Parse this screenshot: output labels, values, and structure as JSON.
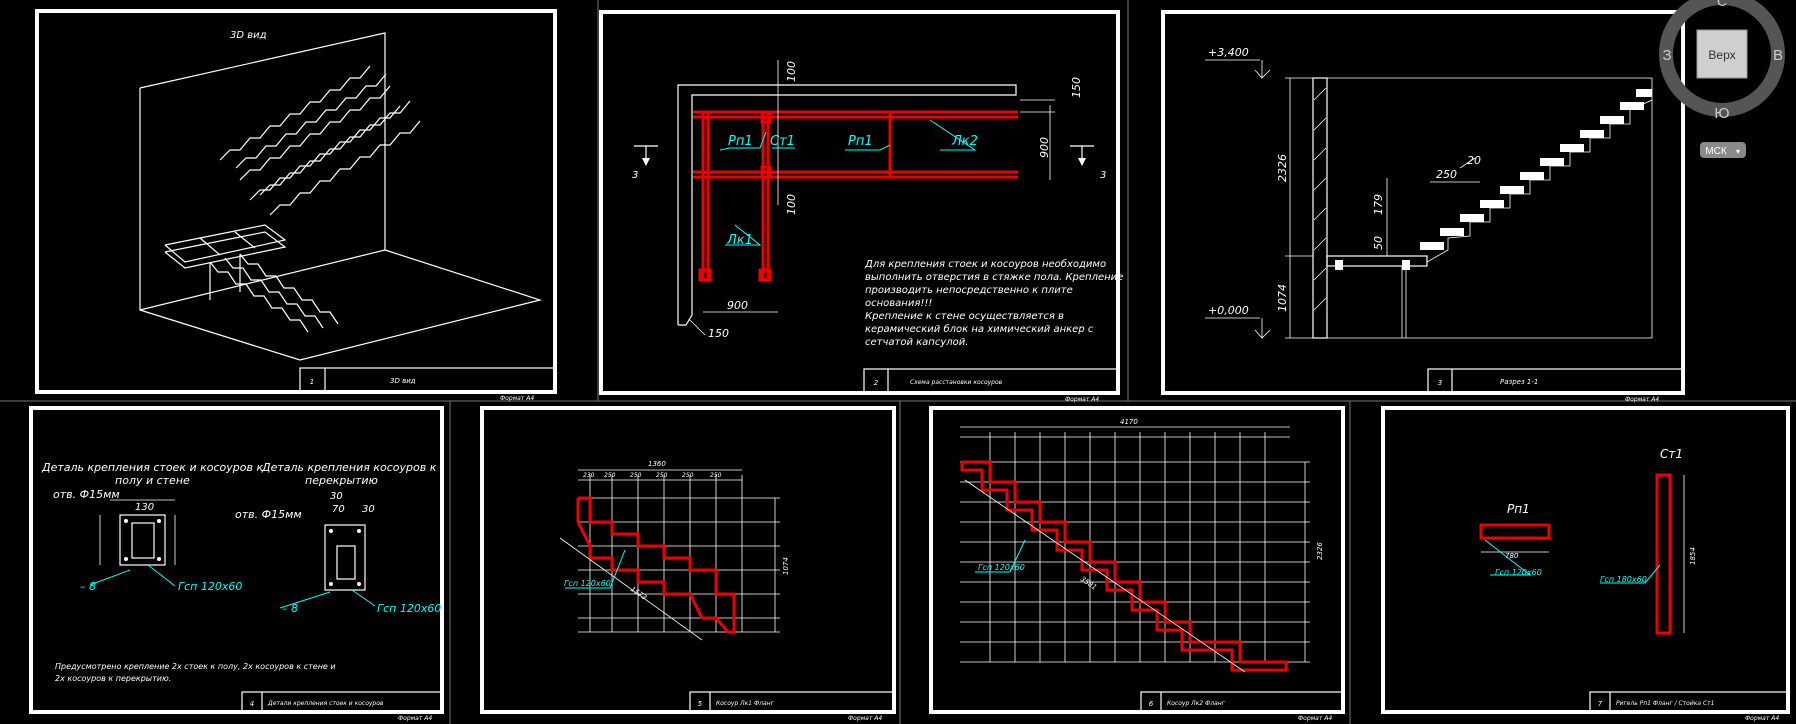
{
  "sheets": {
    "s1": {
      "view_label": "3D вид",
      "number": "1",
      "title": "3D вид",
      "format": "Формат А4"
    },
    "s2": {
      "number": "2",
      "title": "Схема расстановки косоуров",
      "format": "Формат А4",
      "labels": {
        "rp1a": "Рп1",
        "st1": "Ст1",
        "rp1b": "Рп1",
        "lk2": "Лк2",
        "lk1": "Лк1"
      },
      "dims": {
        "d100a": "100",
        "d150a": "150",
        "d900a": "900",
        "d100b": "100",
        "d900b": "900",
        "d150b": "150"
      },
      "section": "3",
      "note": [
        "Для крепления стоек и косоуров необходимо",
        "выполнить отверстия в стяжке пола. Крепление",
        "производить непосредственно к плите",
        "основания!!!",
        "Крепление к стене осуществляется в",
        "керамический блок на химический анкер с",
        "сетчатой капсулой."
      ]
    },
    "s3": {
      "number": "3",
      "title": "Разрез 1-1",
      "format": "Формат А4",
      "levels": {
        "top": "+3,400",
        "bottom": "+0,000"
      },
      "dims": {
        "d2326": "2326",
        "d1074": "1074",
        "d250": "250",
        "d20": "20",
        "d179": "179",
        "d50": "50"
      }
    },
    "s4": {
      "number": "4",
      "title": "Детали крепления стоек и косоуров",
      "format": "Формат А4",
      "detail1_title": [
        "Деталь крепления стоек и косоуров к",
        "полу и стене"
      ],
      "detail2_title": [
        "Деталь крепления косоуров к",
        "перекрытию"
      ],
      "hole1": "отв. Ф15мм",
      "hole2": "отв. Ф15мм",
      "d130": "130",
      "d30a": "30",
      "d70": "70",
      "d30b": "30",
      "plate1": "Гсп 120х60",
      "plate2": "Гсп 120х60",
      "t1": "– 8",
      "t2": "– 8",
      "footnote": [
        "Предусмотрено крепление 2х стоек к полу, 2х косоуров к стене и",
        "2х косоуров к перекрытию."
      ]
    },
    "s5": {
      "number": "5",
      "title": "Косоур Лк1 Фланг",
      "format": "Формат А4",
      "total": "1360",
      "steps": [
        "230",
        "250",
        "250",
        "250",
        "250",
        "250"
      ],
      "profile": "Гсп 120х60",
      "diag": "1573",
      "height": "1074"
    },
    "s6": {
      "number": "6",
      "title": "Косоур Лк2 Фланг",
      "format": "Формат А4",
      "total": "4170",
      "profile": "Гсп 120х60",
      "diag": "3581",
      "height": "2326"
    },
    "s7": {
      "number": "7",
      "title": "Ригель Рп1 Фланг / Стойка Ст1",
      "format": "Формат А4",
      "rp1": "Рп1",
      "st1": "Ст1",
      "rp1_len": "780",
      "st1_len": "1854",
      "plate1": "Гсп 120х60",
      "plate2": "Гсп 180х60"
    }
  },
  "viewcube": {
    "face": "Верх",
    "north": "С",
    "south": "Ю",
    "west": "З",
    "east": "В",
    "ucs": "МСК"
  }
}
